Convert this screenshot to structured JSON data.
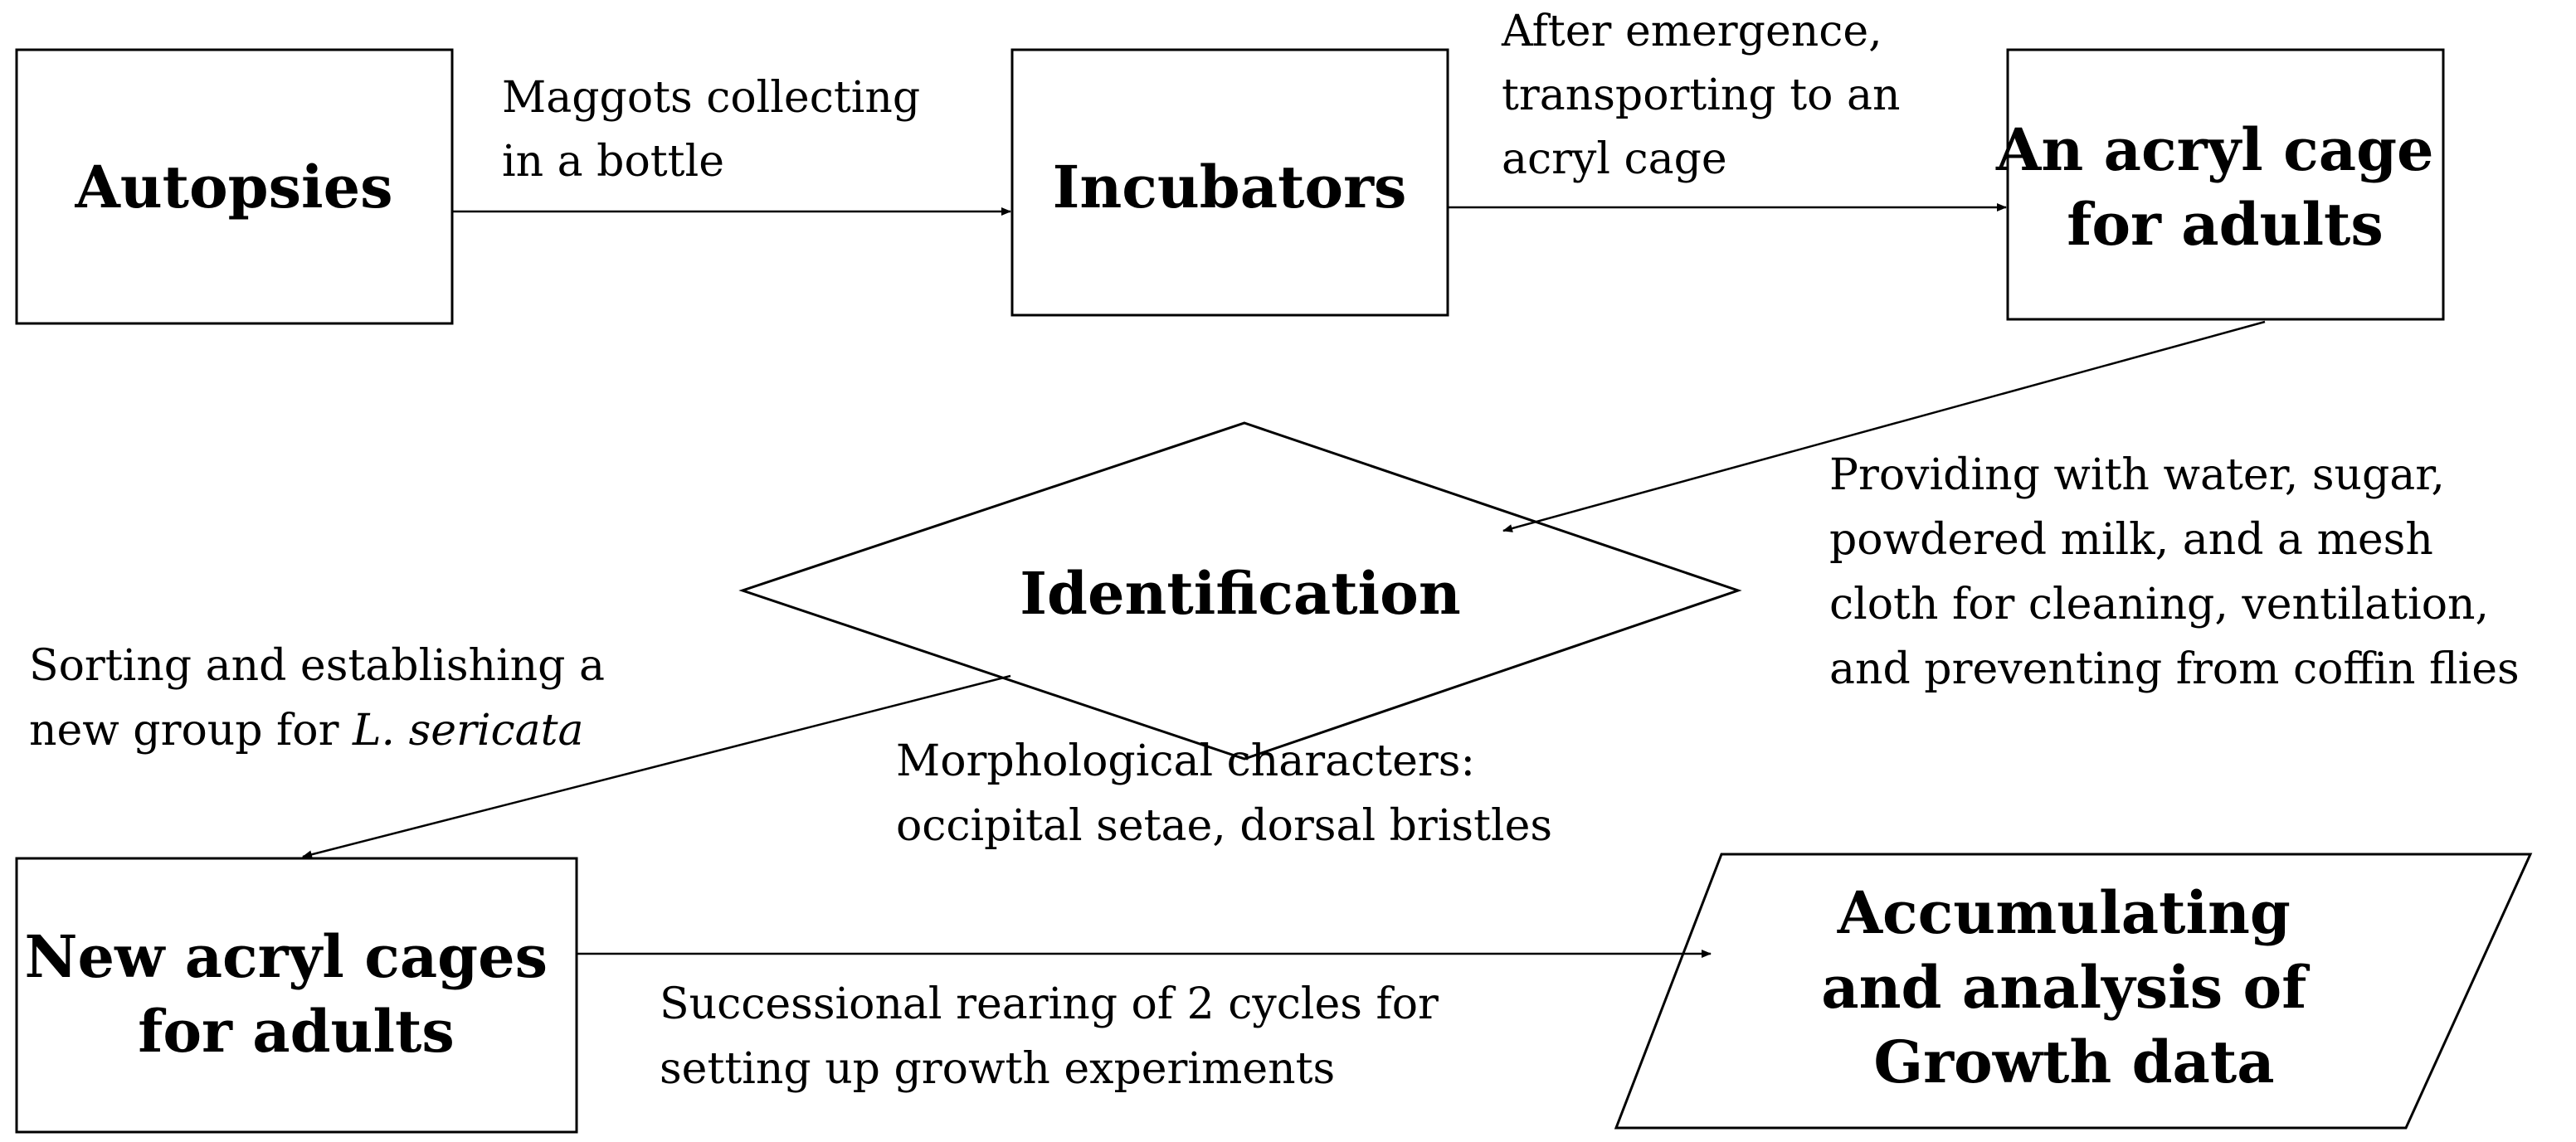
{
  "nodes": {
    "autopsies": {
      "lines": [
        "Autopsies"
      ]
    },
    "incubators": {
      "lines": [
        "Incubators"
      ]
    },
    "acryl_cage": {
      "lines": [
        "An acryl cage",
        "for adults"
      ]
    },
    "identification": {
      "lines": [
        "Identification"
      ]
    },
    "new_cages": {
      "lines": [
        "New acryl cages",
        "for adults"
      ]
    },
    "growth_data": {
      "lines": [
        "Accumulating",
        "and analysis of",
        "Growth data"
      ]
    }
  },
  "edge_labels": {
    "maggots": [
      "Maggots collecting",
      "in a bottle"
    ],
    "emergence": [
      "After emergence,",
      "transporting to an",
      "acryl cage"
    ],
    "providing": [
      "Providing with water, sugar,",
      "powdered milk, and a mesh",
      "cloth for cleaning, ventilation,",
      "and preventing from coffin flies"
    ],
    "sorting": {
      "line1": "Sorting and establishing a",
      "line2_prefix": "new group for ",
      "line2_italic": "L. sericata"
    },
    "morphological": [
      "Morphological characters:",
      "occipital setae, dorsal bristles"
    ],
    "successional": [
      "Successional rearing of 2 cycles for",
      "setting up growth experiments"
    ]
  }
}
